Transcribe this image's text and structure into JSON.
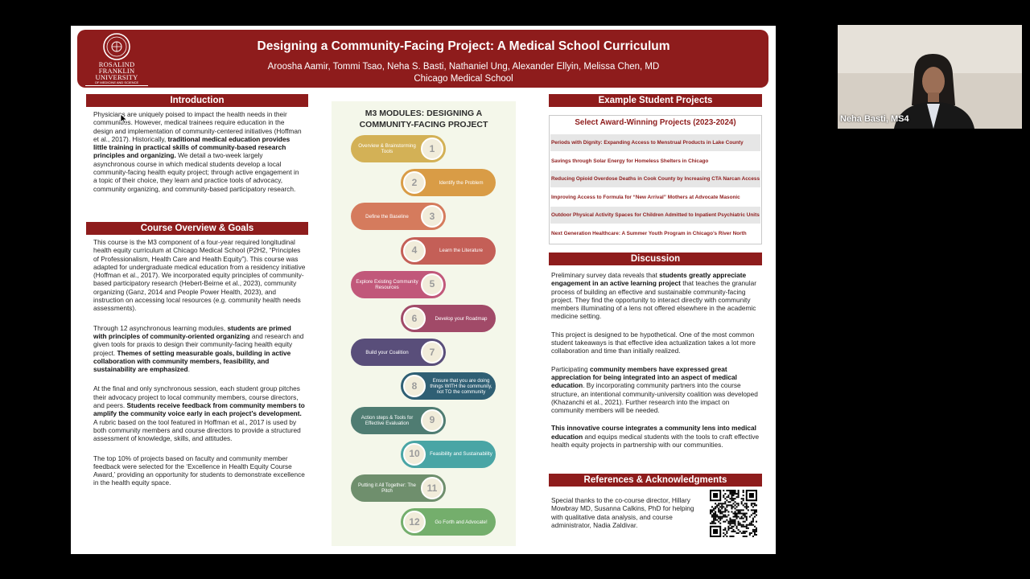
{
  "poster": {
    "title": "Designing a Community-Facing Project: A Medical School Curriculum",
    "authors": "Aroosha Aamir, Tommi Tsao, Neha S. Basti, Nathaniel Ung, Alexander Ellyin, Melissa Chen, MD",
    "institution": "Chicago Medical School",
    "logo": {
      "line1": "ROSALIND FRANKLIN",
      "line2": "UNIVERSITY",
      "line3": "OF MEDICINE AND SCIENCE",
      "line4": "CHICAGO MEDICAL SCHOOL"
    },
    "introduction": {
      "heading": "Introduction",
      "p1a": "Physicians are uniquely poised to impact the health needs in their communities. However, medical trainees require education in the design and implementation of community-centered initiatives (Hoffman et al., 2017). Historically, ",
      "p1b": "traditional medical education provides little training in practical skills of community-based research principles and organizing.",
      "p1c": " We detail a two-week largely asynchronous course in which medical students develop a local community-facing health equity project; through active engagement in a topic of their choice, they learn and practice tools of advocacy, community organizing, and community-based participatory research."
    },
    "overview": {
      "heading": "Course Overview & Goals",
      "p1": "This course is the M3 component of a four-year required longitudinal health equity curriculum at Chicago Medical School (P2H2, “Principles of Professionalism, Health Care and Health Equity”). This course was adapted for undergraduate medical education from a residency initiative (Hoffman et al., 2017). We incorporated equity principles of community-based participatory research (Hebert-Beirne et al., 2023), community organizing (Ganz, 2014 and People Power Health, 2023), and instruction on accessing local resources (e.g. community health needs assessments).",
      "p2a": "Through 12 asynchronous learning modules, ",
      "p2b": "students are primed with principles of community-oriented organizing",
      "p2c": " and research and given tools for praxis to design their community-facing health equity project. ",
      "p2d": "Themes of setting measurable goals, building in active collaboration with community members, feasibility, and sustainability are emphasized",
      "p2e": ".",
      "p3a": "At the final and only synchronous session, each student group pitches their advocacy project to local community members, course directors, and peers. ",
      "p3b": "Students receive feedback from community members to amplify the community voice early in each project’s development.",
      "p3c": " A rubric based on the tool featured in Hoffman et al., 2017 is used by both community members and course directors to provide a structured assessment of knowledge, skills, and attitudes.",
      "p4": "The top 10% of projects based on faculty and community member feedback were selected for the ‘Excellence in Health Equity Course Award,’ providing an opportunity for students to demonstrate excellence in the health equity space."
    },
    "modules": {
      "title_line1": "M3 MODULES: DESIGNING A",
      "title_line2": "COMMUNITY-FACING PROJECT",
      "items": [
        {
          "num": "1",
          "label": "Overview & Brainstorming Tools",
          "color": "#d3b156"
        },
        {
          "num": "2",
          "label": "Identify the Problem",
          "color": "#d99c46"
        },
        {
          "num": "3",
          "label": "Define the Baseline",
          "color": "#d57b5d"
        },
        {
          "num": "4",
          "label": "Learn the Literature",
          "color": "#c45f57"
        },
        {
          "num": "5",
          "label": "Explore Existing Community Resources",
          "color": "#c1587a"
        },
        {
          "num": "6",
          "label": "Develop your Roadmap",
          "color": "#a14a68"
        },
        {
          "num": "7",
          "label": "Build your Coalition",
          "color": "#594e7a"
        },
        {
          "num": "8",
          "label": "Ensure that you are doing things WITH the community, not TO the community",
          "color": "#2f5f74"
        },
        {
          "num": "9",
          "label": "Action steps & Tools for Effective Evaluation",
          "color": "#4f7c72"
        },
        {
          "num": "10",
          "label": "Feasibility and Sustainability",
          "color": "#49a5a5"
        },
        {
          "num": "11",
          "label": "Putting it All Together: The Pitch",
          "color": "#6f8f6d"
        },
        {
          "num": "12",
          "label": "Go Forth and Advocate!",
          "color": "#74ae6c"
        }
      ]
    },
    "projects": {
      "heading": "Example Student Projects",
      "subheading": "Select Award-Winning Projects (2023-2024)",
      "items": [
        "Periods with Dignity: Expanding Access to Menstrual Products in Lake County",
        "Savings through Solar Energy for Homeless Shelters in Chicago",
        "Reducing Opioid Overdose Deaths in Cook County by Increasing CTA Narcan Access",
        "Improving Access to Formula for “New Arrival” Mothers at Advocate Masonic",
        "Outdoor Physical Activity Spaces for Children Admitted to Inpatient Psychiatric Units",
        "Next Generation Healthcare: A Summer Youth Program in Chicago’s River North"
      ]
    },
    "discussion": {
      "heading": "Discussion",
      "p1a": "Preliminary survey data reveals that ",
      "p1b": "students greatly appreciate engagement in an active learning project",
      "p1c": " that teaches the granular process of building an effective and sustainable community-facing project. They find the opportunity to interact directly with community members illuminating of a lens not offered elsewhere in the academic medicine setting.",
      "p2": "This project is designed to be hypothetical. One of the most common student takeaways is that effective idea actualization takes a lot more collaboration and time than initially realized.",
      "p3a": "Participating ",
      "p3b": "community members have expressed great appreciation for being integrated into an aspect of medical education",
      "p3c": ". By incorporating community partners into the course structure, an intentional community-university coalition was developed (Khazanchi et al., 2021). Further research into the impact on community members will be needed.",
      "p4a": "This innovative course integrates a community lens into medical education",
      "p4b": " and equips medical students with the tools to craft effective health equity projects in partnership with our communities."
    },
    "references": {
      "heading": "References & Acknowledgments",
      "text": "Special thanks to the co-course director, Hillary Mowbray MD, Susanna Calkins, PhD for helping with qualitative data analysis, and course administrator, Nadia Zaldivar."
    }
  },
  "webcam": {
    "participant_name": "Neha Basti, MS4"
  },
  "colors": {
    "brand_red": "#8e1c1c",
    "modules_bg": "#f4f7ea"
  }
}
